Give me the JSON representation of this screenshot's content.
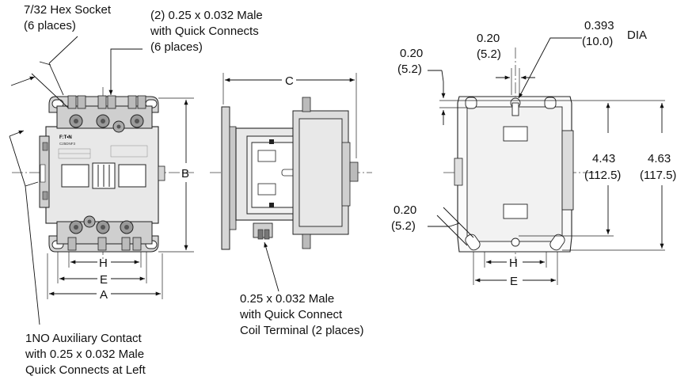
{
  "callouts": {
    "hex_socket": [
      "7/32 Hex Socket",
      "(6 places)"
    ],
    "male_qc": [
      "(2) 0.25 x 0.032 Male",
      "with Quick Connects",
      "(6 places)"
    ],
    "coil_terminal": [
      "0.25 x 0.032 Male",
      "with Quick Connect",
      "Coil Terminal (2 places)"
    ],
    "aux_contact": [
      "1NO Auxiliary Contact",
      "with 0.25 x 0.032 Male",
      "Quick Connects at Left"
    ]
  },
  "front_view": {
    "dim_b": "B",
    "dim_h": "H",
    "dim_e": "E",
    "dim_a": "A",
    "logo": "F:T•N",
    "model": "C25DNF3"
  },
  "side_view": {
    "dim_c": "C"
  },
  "mount_view": {
    "hole_dia": [
      "0.393",
      "(10.0)"
    ],
    "hole_dia_suffix": "DIA",
    "slot_width": [
      "0.20",
      "(5.2)"
    ],
    "slot_offset": [
      "0.20",
      "(5.2)"
    ],
    "slot_angle": [
      "0.20",
      "(5.2)"
    ],
    "height_inner": [
      "4.43",
      "(112.5)"
    ],
    "height_outer": [
      "4.63",
      "(117.5)"
    ],
    "dim_h": "H",
    "dim_e": "E"
  }
}
